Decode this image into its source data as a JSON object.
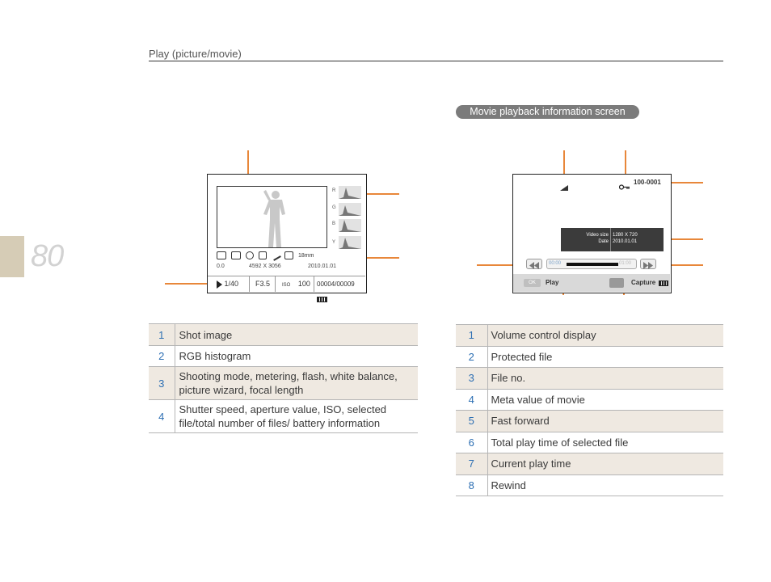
{
  "header": {
    "section_title": "Play (picture/movie)"
  },
  "page_number": "80",
  "movie_section_label": "Movie playback information screen",
  "photo_screen": {
    "histogram_labels": [
      "R",
      "G",
      "B",
      "Y"
    ],
    "focal_length": "18mm",
    "exposure": "0.0",
    "resolution": "4592 X 3056",
    "date": "2010.01.01",
    "shutter": "1/40",
    "aperture": "F3.5",
    "iso_label": "ISO",
    "iso_value": "100",
    "file_count": "00004/00009"
  },
  "movie_screen": {
    "file_no": "100-0001",
    "video_size_label": "Video size",
    "video_size_value": "1280  X  720",
    "date_label": "Date",
    "date_value": "2010.01.01",
    "current_time": "00:00",
    "total_time": "01:00",
    "ok_label": "OK",
    "play_label": "Play",
    "capture_label": "Capture"
  },
  "photo_table": [
    {
      "num": "1",
      "text": "Shot image"
    },
    {
      "num": "2",
      "text": "RGB histogram"
    },
    {
      "num": "3",
      "text": "Shooting mode, metering, flash, white balance, picture wizard, focal length"
    },
    {
      "num": "4",
      "text": "Shutter speed, aperture value, ISO, selected file/total number of files/ battery information"
    }
  ],
  "movie_table": [
    {
      "num": "1",
      "text": "Volume control display"
    },
    {
      "num": "2",
      "text": "Protected file"
    },
    {
      "num": "3",
      "text": "File no."
    },
    {
      "num": "4",
      "text": "Meta value of movie"
    },
    {
      "num": "5",
      "text": "Fast forward"
    },
    {
      "num": "6",
      "text": "Total play time of selected file"
    },
    {
      "num": "7",
      "text": "Current play time"
    },
    {
      "num": "8",
      "text": "Rewind"
    }
  ],
  "colors": {
    "accent_leader": "#e8873a",
    "page_tab": "#d6ccb6",
    "table_number": "#2d6fb3",
    "row_shade": "#efe9e1"
  }
}
